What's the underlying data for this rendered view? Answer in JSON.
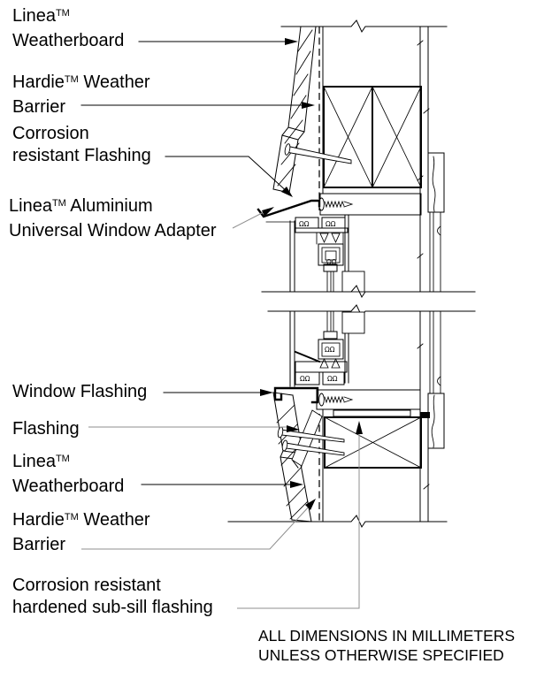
{
  "colors": {
    "line": "#000000",
    "leader_gray": "#8f8f8f",
    "background": "#ffffff"
  },
  "symbols": {
    "trademark": "TM",
    "clip_pair": "ΩΩ"
  },
  "callouts": {
    "linea_weatherboard_top": {
      "line1_name": "Linea",
      "line2": "Weatherboard"
    },
    "hardie_weather_barrier_top": {
      "line1_name": "Hardie",
      "line1_rest": " Weather",
      "line2": "Barrier"
    },
    "corrosion_flashing": {
      "line1": "Corrosion",
      "line2": "resistant Flashing"
    },
    "aluminium_adapter": {
      "line1_name": "Linea",
      "line1_rest": " Aluminium",
      "line2": "Universal Window Adapter"
    },
    "window_flashing": {
      "line1": "Window Flashing"
    },
    "flashing": {
      "line1": "Flashing"
    },
    "linea_weatherboard_bottom": {
      "line1_name": "Linea",
      "line2": "Weatherboard"
    },
    "hardie_weather_barrier_bottom": {
      "line1_name": "Hardie",
      "line1_rest": " Weather",
      "line2": "Barrier"
    },
    "subsill_flashing": {
      "line1": "Corrosion resistant",
      "line2": "hardened sub-sill flashing"
    }
  },
  "note": {
    "line1": "ALL DIMENSIONS IN MILLIMETERS",
    "line2": "UNLESS OTHERWISE SPECIFIED"
  }
}
